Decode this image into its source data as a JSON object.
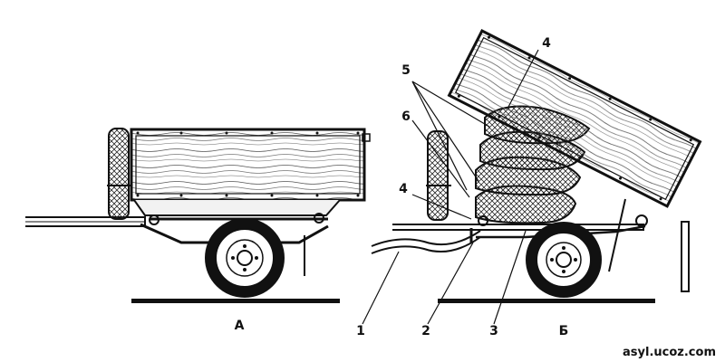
{
  "figure": {
    "left_view_label": "А",
    "right_view_label": "Б",
    "callouts": {
      "c1": "1",
      "c2": "2",
      "c3": "3",
      "c4_top": "4",
      "c4_low": "4",
      "c5": "5",
      "c6": "6"
    },
    "watermark": "asyl.ucoz.com"
  }
}
